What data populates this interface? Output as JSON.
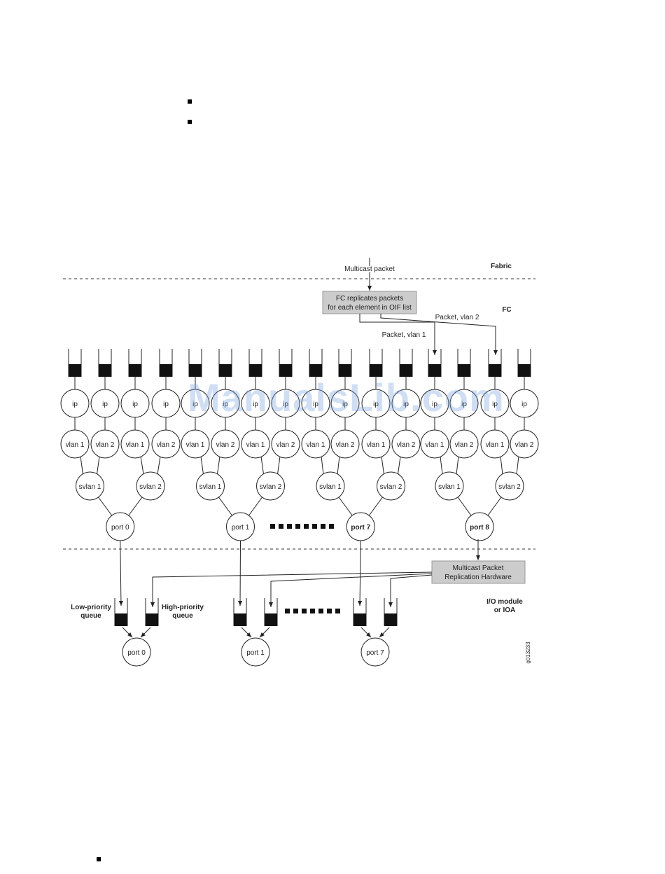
{
  "fabric_label": "Fabric",
  "fc_label": "FC",
  "io_label_line1": "I/O module",
  "io_label_line2": "or IOA",
  "multicast_packet_label": "Multicast packet",
  "fc_box_line1": "FC replicates packets",
  "fc_box_line2": "for each element in OIF list",
  "packet_vlan1_label": "Packet, vlan 1",
  "packet_vlan2_label": "Packet, vlan 2",
  "ip_label": "ip",
  "vlan_labels": [
    "vlan 1",
    "vlan 2"
  ],
  "svlan_labels": [
    "svlan 1",
    "svlan 2"
  ],
  "port_labels": [
    "port 0",
    "port 1",
    "port 7",
    "port 8"
  ],
  "hw_box_line1": "Multicast Packet",
  "hw_box_line2": "Replication Hardware",
  "low_queue_line1": "Low-priority",
  "low_queue_line2": "queue",
  "high_queue_line1": "High-priority",
  "high_queue_line2": "queue",
  "bottom_port_labels": [
    "port 0",
    "port 1",
    "port 7"
  ],
  "figure_id": "g013233",
  "watermark": "ManualsLib.com",
  "colors": {
    "box_fill": "#cccccc",
    "queue_fill": "#111111",
    "line": "#222222"
  }
}
